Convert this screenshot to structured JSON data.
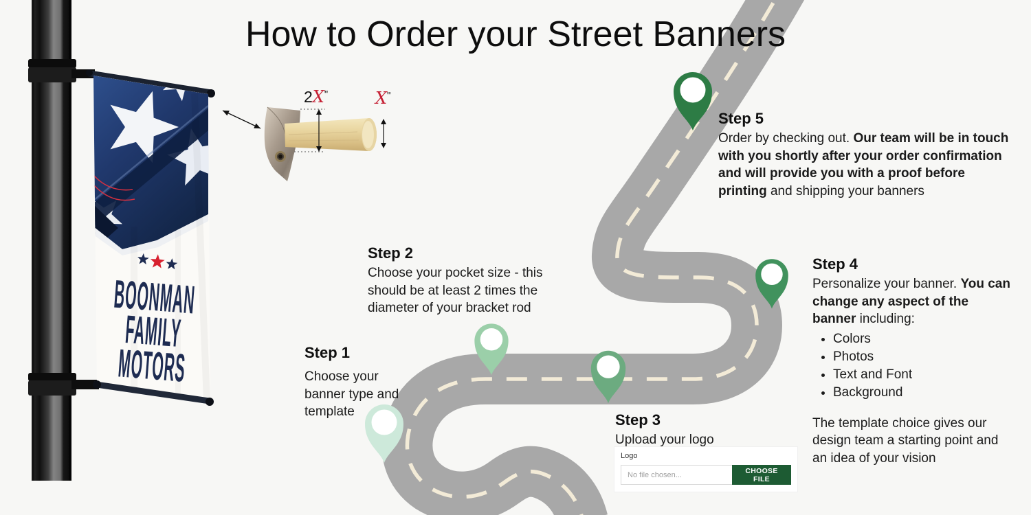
{
  "page": {
    "title": "How to Order your Street Banners",
    "background": "#f7f7f5"
  },
  "road": {
    "asphalt": "#a8a8a8",
    "dash": "#f3ebd7"
  },
  "pins": {
    "step1": "#cde9da",
    "step2": "#9bcfa9",
    "step3": "#6cab80",
    "step4": "#41925d",
    "step5": "#2d7c45"
  },
  "street_banner": {
    "line1": "BOONMAN",
    "line2": "FAMILY",
    "line3": "MOTORS"
  },
  "bracket_diagram": {
    "pocket_dim_number": "2",
    "pocket_dim_variable": "X",
    "pocket_dim_unit": "\"",
    "rod_dim_variable": "X",
    "rod_dim_unit": "\"",
    "accent_red": "#c51f33"
  },
  "steps": {
    "step1": {
      "heading": "Step 1",
      "body": "Choose your banner type and template"
    },
    "step2": {
      "heading": "Step 2",
      "body": "Choose your pocket size - this should be at least 2 times the diameter of your bracket rod"
    },
    "step3": {
      "heading": "Step 3",
      "body": "Upload your logo"
    },
    "step4": {
      "heading": "Step 4",
      "seg1": "Personalize your banner. ",
      "seg2_bold": "You can change any aspect of the banner",
      "seg3": " including:",
      "bullets": [
        "Colors",
        "Photos",
        "Text and Font",
        "Background"
      ],
      "footer": "The template choice gives our design team a starting point and an idea of your vision"
    },
    "step5": {
      "heading": "Step 5",
      "seg1": "Order by checking out. ",
      "seg2_bold": "Our team will be in touch with you shortly after your order confirmation and will provide you with a proof before printing",
      "seg3": " and shipping your banners"
    }
  },
  "upload_card": {
    "label": "Logo",
    "input_placeholder": "No file chosen...",
    "button_label": "CHOOSE FILE",
    "button_color": "#1d5b33"
  }
}
